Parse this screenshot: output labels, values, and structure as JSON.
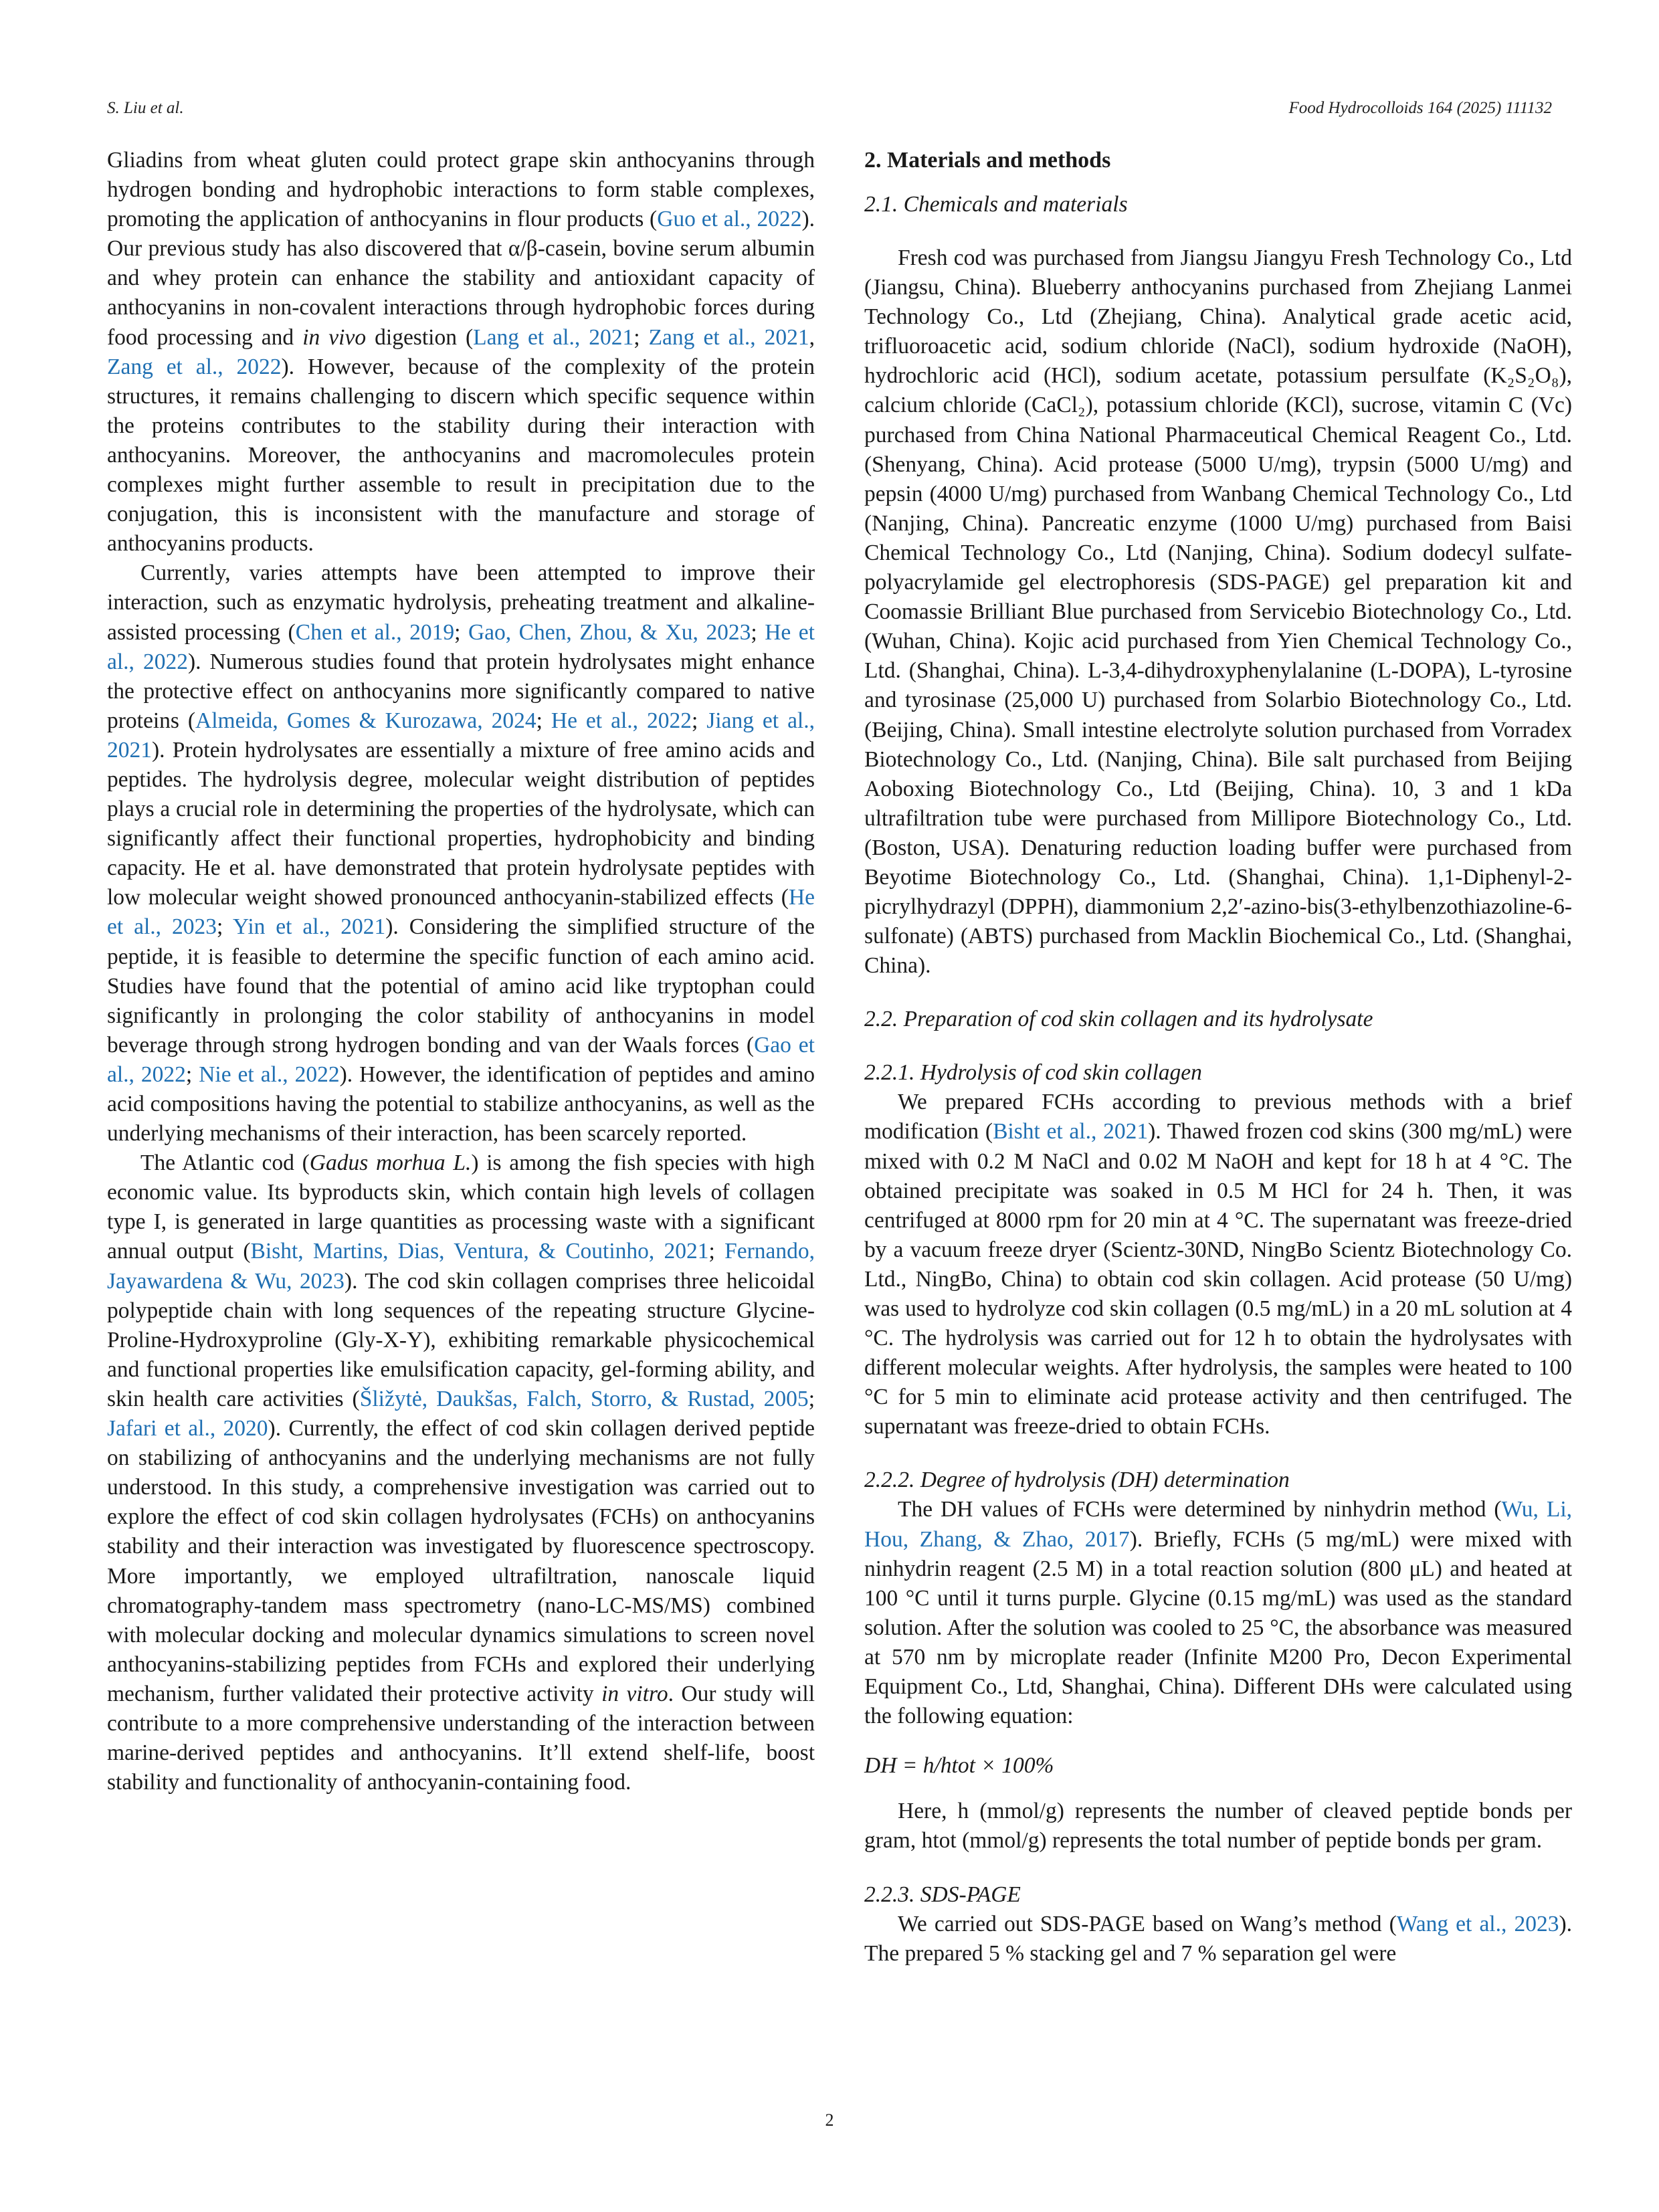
{
  "header": {
    "left": "S. Liu et al.",
    "right": "Food Hydrocolloids 164 (2025) 111132"
  },
  "page_number": "2",
  "left_column": {
    "p1": [
      "Gliadins from wheat gluten could protect grape skin anthocyanins through hydrogen bonding and hydrophobic interactions to form stable complexes, promoting the application of anthocyanins in flour products (",
      "Guo et al., 2022",
      "). Our previous study has also discovered that α/β-casein, bovine serum albumin and whey protein can enhance the stability and antioxidant capacity of anthocyanins in non-covalent interactions through hydrophobic forces during food processing and ",
      "in vivo",
      " digestion (",
      "Lang et al., 2021",
      "; ",
      "Zang et al., 2021",
      ", ",
      "Zang et al., 2022",
      "). However, because of the complexity of the protein structures, it remains challenging to discern which specific sequence within the proteins contributes to the stability during their interaction with anthocyanins. Moreover, the anthocyanins and macromolecules protein complexes might further assemble to result in precipitation due to the conjugation, this is inconsistent with the manufacture and storage of anthocyanins products."
    ],
    "p2": [
      "Currently, varies attempts have been attempted to improve their interaction, such as enzymatic hydrolysis, preheating treatment and alkaline-assisted processing (",
      "Chen et al., 2019",
      "; ",
      "Gao, Chen, Zhou, & Xu, 2023",
      "; ",
      "He et al., 2022",
      "). Numerous studies found that protein hydrolysates might enhance the protective effect on anthocyanins more significantly compared to native proteins (",
      "Almeida, Gomes & Kurozawa, 2024",
      "; ",
      "He et al., 2022",
      "; ",
      "Jiang et al., 2021",
      "). Protein hydrolysates are essentially a mixture of free amino acids and peptides. The hydrolysis degree, molecular weight distribution of peptides plays a crucial role in determining the properties of the hydrolysate, which can significantly affect their functional properties, hydrophobicity and binding capacity. He et al. have demonstrated that protein hydrolysate peptides with low molecular weight showed pronounced anthocyanin-stabilized effects (",
      "He et al., 2023",
      "; ",
      "Yin et al., 2021",
      "). Considering the simplified structure of the peptide, it is feasible to determine the specific function of each amino acid. Studies have found that the potential of amino acid like tryptophan could significantly in prolonging the color stability of anthocyanins in model beverage through strong hydrogen bonding and van der Waals forces (",
      "Gao et al., 2022",
      "; ",
      "Nie et al., 2022",
      "). However, the identification of peptides and amino acid compositions having the potential to stabilize anthocyanins, as well as the underlying mechanisms of their interaction, has been scarcely reported."
    ],
    "p3": [
      "The Atlantic cod (",
      "Gadus morhua L.",
      ") is among the fish species with high economic value. Its byproducts skin, which contain high levels of collagen type I, is generated in large quantities as processing waste with a significant annual output (",
      "Bisht, Martins, Dias, Ventura, & Coutinho, 2021",
      "; ",
      "Fernando, Jayawardena & Wu, 2023",
      "). The cod skin collagen comprises three helicoidal polypeptide chain with long sequences of the repeating structure Glycine-Proline-Hydroxyproline (Gly-X-Y), exhibiting remarkable physicochemical and functional properties like emulsification capacity, gel-forming ability, and skin health care activities (",
      "Šližytė, Daukšas, Falch, Storro, & Rustad, 2005",
      "; ",
      "Jafari et al., 2020",
      "). Currently, the effect of cod skin collagen derived peptide on stabilizing of anthocyanins and the underlying mechanisms are not fully understood. In this study, a comprehensive investigation was carried out to explore the effect of cod skin collagen hydrolysates (FCHs) on anthocyanins stability and their interaction was investigated by fluorescence spectroscopy. More importantly, we employed ultrafiltration, nanoscale liquid chromatography-tandem mass spectrometry (nano-LC-MS/MS) combined with molecular docking and molecular dynamics simulations to screen novel anthocyanins-stabilizing peptides from FCHs and explored their underlying mechanism, further validated their protective activity ",
      "in vitro",
      ". Our study will contribute to a more comprehensive understanding of the interaction between marine-derived peptides and anthocyanins. It’ll extend shelf-life, boost stability and functionality of anthocyanin-containing food."
    ]
  },
  "right_column": {
    "section_title": "2. Materials and methods",
    "sub_2_1": "2.1. Chemicals and materials",
    "p_2_1": "Fresh cod was purchased from Jiangsu Jiangyu Fresh Technology Co., Ltd (Jiangsu, China). Blueberry anthocyanins purchased from Zhejiang Lanmei Technology Co., Ltd (Zhejiang, China). Analytical grade acetic acid, trifluoroacetic acid, sodium chloride (NaCl), sodium hydroxide (NaOH), hydrochloric acid (HCl), sodium acetate, potassium persulfate (K₂S₂O₈), calcium chloride (CaCl₂), potassium chloride (KCl), sucrose, vitamin C (Vc) purchased from China National Pharmaceutical Chemical Reagent Co., Ltd. (Shenyang, China). Acid protease (5000 U/mg), trypsin (5000 U/mg) and pepsin (4000 U/mg) purchased from Wanbang Chemical Technology Co., Ltd (Nanjing, China). Pancreatic enzyme (1000 U/mg) purchased from Baisi Chemical Technology Co., Ltd (Nanjing, China). Sodium dodecyl sulfate-polyacrylamide gel electrophoresis (SDS-PAGE) gel preparation kit and Coomassie Brilliant Blue purchased from Servicebio Biotechnology Co., Ltd. (Wuhan, China). Kojic acid purchased from Yien Chemical Technology Co., Ltd. (Shanghai, China). L-3,4-dihydroxyphenylalanine (L-DOPA), L-tyrosine and tyrosinase (25,000 U) purchased from Solarbio Biotechnology Co., Ltd. (Beijing, China). Small intestine electrolyte solution purchased from Vorradex Biotechnology Co., Ltd. (Nanjing, China). Bile salt purchased from Beijing Aoboxing Biotechnology Co., Ltd (Beijing, China). 10, 3 and 1 kDa ultrafiltration tube were purchased from Millipore Biotechnology Co., Ltd. (Boston, USA). Denaturing reduction loading buffer were purchased from Beyotime Biotechnology Co., Ltd. (Shanghai, China). 1,1-Diphenyl-2-picrylhydrazyl (DPPH), diammonium 2,2′-azino-bis(3-ethylbenzothiazoline-6-sulfonate) (ABTS) purchased from Macklin Biochemical Co., Ltd. (Shanghai, China).",
    "sub_2_2": "2.2. Preparation of cod skin collagen and its hydrolysate",
    "sub_2_2_1": "2.2.1. Hydrolysis of cod skin collagen",
    "p_2_2_1": [
      "We prepared FCHs according to previous methods with a brief modification (",
      "Bisht et al., 2021",
      "). Thawed frozen cod skins (300 mg/mL) were mixed with 0.2 M NaCl and 0.02 M NaOH and kept for 18 h at 4 °C. The obtained precipitate was soaked in 0.5 M HCl for 24 h. Then, it was centrifuged at 8000 rpm for 20 min at 4 °C. The supernatant was freeze-dried by a vacuum freeze dryer (Scientz-30ND, NingBo Scientz Biotechnology Co. Ltd., NingBo, China) to obtain cod skin collagen. Acid protease (50 U/mg) was used to hydrolyze cod skin collagen (0.5 mg/mL) in a 20 mL solution at 4 °C. The hydrolysis was carried out for 12 h to obtain the hydrolysates with different molecular weights. After hydrolysis, the samples were heated to 100 °C for 5 min to eliminate acid protease activity and then centrifuged. The supernatant was freeze-dried to obtain FCHs."
    ],
    "sub_2_2_2": "2.2.2. Degree of hydrolysis (DH) determination",
    "p_2_2_2": [
      "The DH values of FCHs were determined by ninhydrin method (",
      "Wu, Li, Hou, Zhang, & Zhao, 2017",
      "). Briefly, FCHs (5 mg/mL) were mixed with ninhydrin reagent (2.5 M) in a total reaction solution (800 μL) and heated at 100 °C until it turns purple. Glycine (0.15 mg/mL) was used as the standard solution. After the solution was cooled to 25 °C, the absorbance was measured at 570 nm by microplate reader (Infinite M200 Pro, Decon Experimental Equipment Co., Ltd, Shanghai, China). Different DHs were calculated using the following equation:"
    ],
    "equation": "DH = h/htot × 100%",
    "p_after_eq": "Here, h (mmol/g) represents the number of cleaved peptide bonds per gram, htot (mmol/g) represents the total number of peptide bonds per gram.",
    "sub_2_2_3": "2.2.3. SDS-PAGE",
    "p_2_2_3": [
      "We carried out SDS-PAGE based on Wang’s method (",
      "Wang et al., 2023",
      "). The prepared 5 % stacking gel and 7 % separation gel were"
    ]
  },
  "colors": {
    "link": "#1f6fb2",
    "text": "#1a1a1a"
  }
}
